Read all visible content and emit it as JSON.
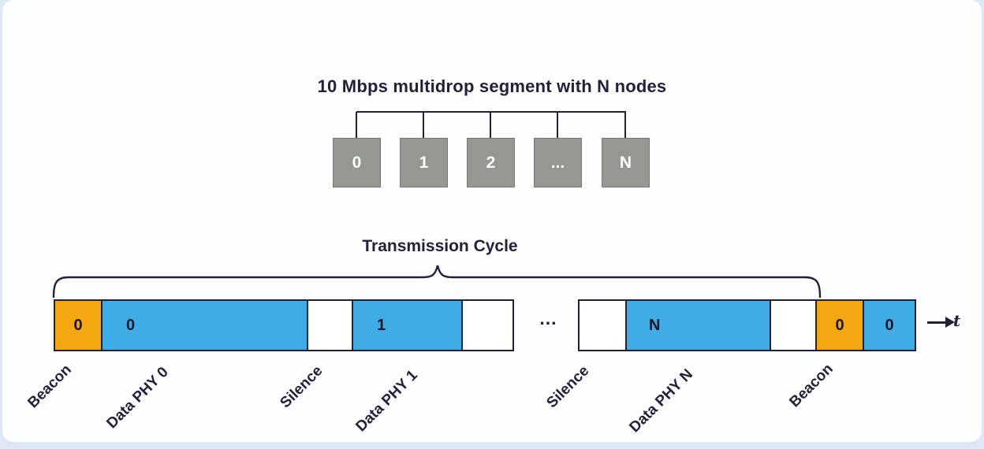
{
  "colors": {
    "ink": "#22213a",
    "beacon_orange": "#f4a711",
    "data_blue": "#3face6",
    "silence_white": "#ffffff",
    "node_gray": "#949891",
    "page_edge_blue": "#dde8f4"
  },
  "segment_diagram": {
    "title": "10 Mbps multidrop segment with N nodes",
    "nodes": [
      {
        "label": "0"
      },
      {
        "label": "1"
      },
      {
        "label": "2"
      },
      {
        "label": "..."
      },
      {
        "label": "N"
      }
    ]
  },
  "timeline": {
    "title": "Transmission Cycle",
    "gap_label": "...",
    "axis_label": "t",
    "segments": {
      "beacon_first": "0",
      "data_phy_0": "0",
      "data_phy_1": "1",
      "data_phy_n": "N",
      "beacon_last": "0",
      "data_last": "0"
    },
    "slot_labels": [
      "Beacon",
      "Data PHY 0",
      "Silence",
      "Data PHY 1",
      "Silence",
      "Data PHY N",
      "Beacon"
    ]
  }
}
